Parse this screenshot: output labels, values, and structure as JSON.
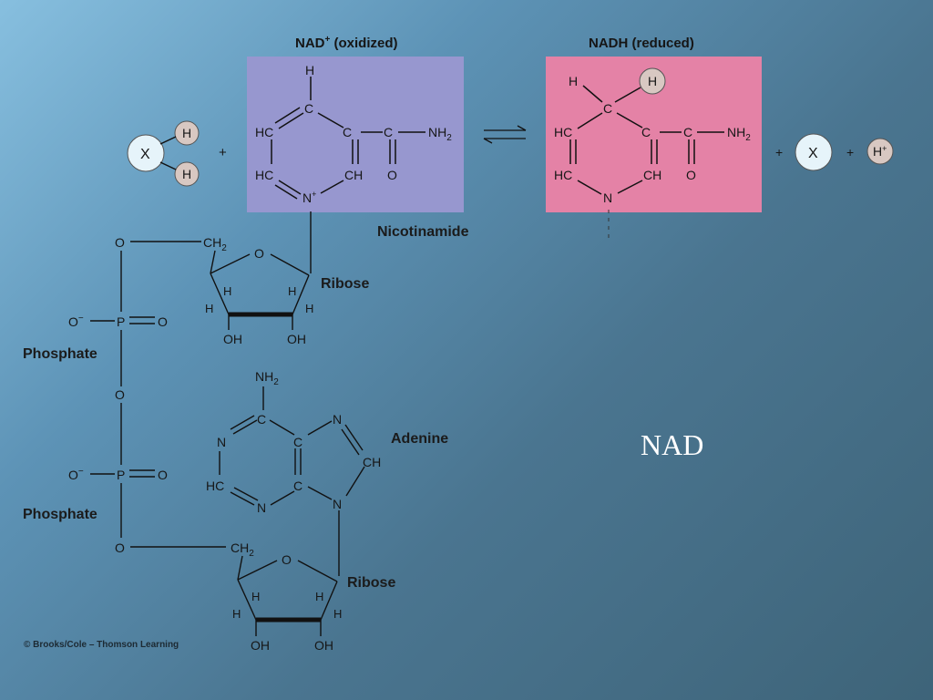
{
  "slide": {
    "title": "NAD",
    "credit": "© Brooks/Cole – Thomson Learning"
  },
  "diagram": {
    "nad_plus": {
      "header_main": "NAD",
      "header_sup": "+",
      "header_rest": " (oxidized)",
      "box_color": "#9797cf"
    },
    "nadh": {
      "header": "NADH (reduced)",
      "box_color": "#e482a6"
    },
    "reactant": {
      "x": "X",
      "h1": "H",
      "h2": "H",
      "plus": "+"
    },
    "products": {
      "plus1": "+",
      "x": "X",
      "plus2": "+",
      "h": "H",
      "h_sup": "+"
    },
    "labels": {
      "nicotinamide": "Nicotinamide",
      "ribose1": "Ribose",
      "ribose2": "Ribose",
      "phosphate1": "Phosphate",
      "phosphate2": "Phosphate",
      "adenine": "Adenine"
    },
    "atoms": {
      "H": "H",
      "HC": "HC",
      "C": "C",
      "CH": "CH",
      "O": "O",
      "N": "N",
      "NH": "NH",
      "sub2": "2",
      "OH": "OH",
      "P": "P",
      "O_minus": "O",
      "minus": "−",
      "CH2": "CH",
      "Nplus": "N",
      "plus_sup": "+"
    }
  }
}
